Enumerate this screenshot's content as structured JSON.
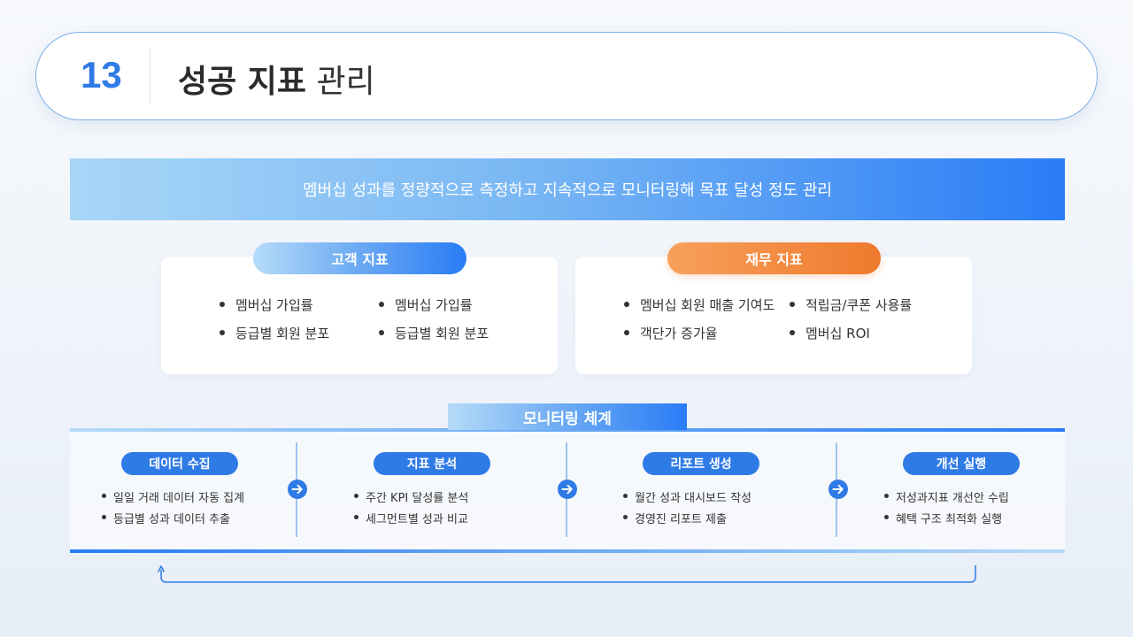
{
  "header": {
    "number": "13",
    "title_bold": "성공 지표",
    "title_light": "관리"
  },
  "banner": {
    "text": "멤버십 성과를 정량적으로 측정하고 지속적으로 모니터링해 목표 달성 정도 관리"
  },
  "customer_metrics": {
    "label": "고객 지표",
    "col1": [
      "멤버십 가입률",
      "등급별 회원 분포"
    ],
    "col2": [
      "멤버십 가입률",
      "등급별 회원 분포"
    ]
  },
  "financial_metrics": {
    "label": "재무 지표",
    "col1": [
      "멤버십 회원 매출 기여도",
      "객단가 증가율"
    ],
    "col2": [
      "적립금/쿠폰 사용률",
      "멤버십 ROI"
    ]
  },
  "monitoring": {
    "label": "모니터링 체계",
    "steps": [
      {
        "title": "데이터 수집",
        "items": [
          "일일 거래 데이터 자동 집계",
          "등급별 성과 데이터 추출"
        ]
      },
      {
        "title": "지표 분석",
        "items": [
          "주간 KPI 달성률 분석",
          "세그먼트별 성과 비교"
        ]
      },
      {
        "title": "리포트 생성",
        "items": [
          "월간 성과 대시보드 작성",
          "경영진 리포트 제출"
        ]
      },
      {
        "title": "개선 실행",
        "items": [
          "저성과지표 개선안 수립",
          "혜택 구조 최적화 실행"
        ]
      }
    ]
  },
  "colors": {
    "accent_blue": "#2f7be6",
    "accent_orange": "#ef7a2e"
  },
  "icons": [
    "arrow-right-circle-icon",
    "loop-back-arrow-icon"
  ]
}
